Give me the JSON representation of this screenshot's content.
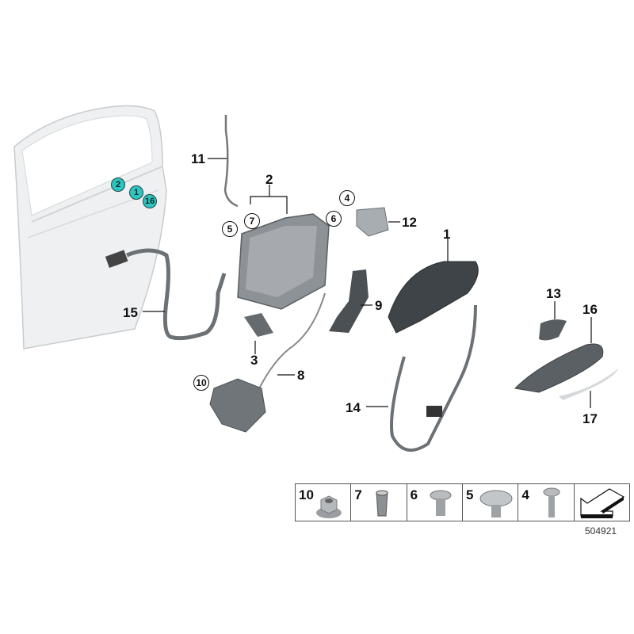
{
  "diagram": {
    "reference_number": "504921",
    "colors": {
      "callout_teal": "#2ec4c0",
      "part_dark": "#555a5e",
      "part_mid": "#8a8f94",
      "door_panel": "#eceeef"
    },
    "door_callouts": [
      {
        "label": "2"
      },
      {
        "label": "1"
      },
      {
        "label": "16"
      }
    ],
    "part_labels": [
      {
        "id": "1",
        "text": "1"
      },
      {
        "id": "2",
        "text": "2"
      },
      {
        "id": "3",
        "text": "3"
      },
      {
        "id": "8",
        "text": "8"
      },
      {
        "id": "9",
        "text": "9"
      },
      {
        "id": "11",
        "text": "11"
      },
      {
        "id": "12",
        "text": "12"
      },
      {
        "id": "13",
        "text": "13"
      },
      {
        "id": "14",
        "text": "14"
      },
      {
        "id": "15",
        "text": "15"
      },
      {
        "id": "16",
        "text": "16"
      },
      {
        "id": "17",
        "text": "17"
      }
    ],
    "circled_labels": [
      {
        "text": "4"
      },
      {
        "text": "5"
      },
      {
        "text": "6"
      },
      {
        "text": "7"
      },
      {
        "text": "10"
      }
    ],
    "hardware_legend": [
      {
        "num": "10",
        "icon": "flange-nut"
      },
      {
        "num": "7",
        "icon": "expansion-nut"
      },
      {
        "num": "6",
        "icon": "torx-screw-short"
      },
      {
        "num": "5",
        "icon": "torx-screw-wide-head"
      },
      {
        "num": "4",
        "icon": "torx-countersunk-screw"
      },
      {
        "num": "",
        "icon": "direction-arrow"
      }
    ]
  }
}
